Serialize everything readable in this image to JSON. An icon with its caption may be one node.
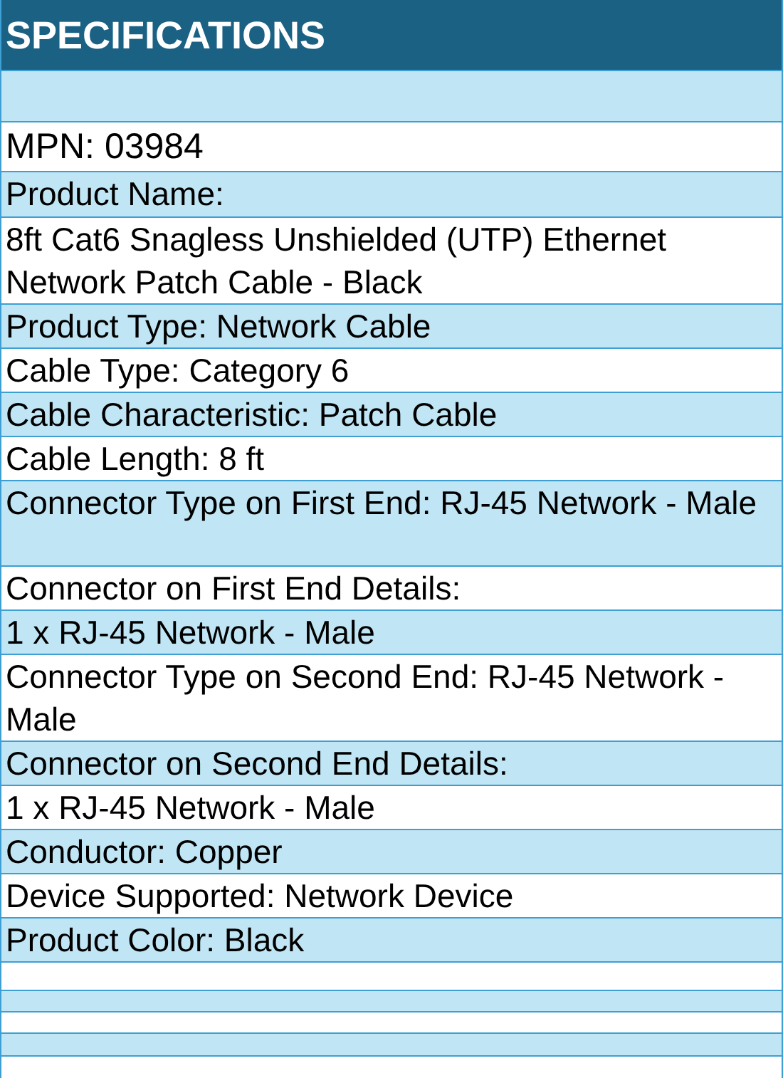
{
  "diagram": {
    "title": "SPECIFICATIONS",
    "labels": [
      "MPN: 03984",
      "Product Name:",
      "8ft Cat6 Snagless Unshielded (UTP) Ethernet Network Patch Cable - Black",
      "Product Type: Network Cable",
      "Cable Type: Category 6",
      "Cable Characteristic: Patch Cable",
      "Cable Length: 8 ft",
      "Connector Type on First End: RJ-45 Network - Male",
      "Connector on First End Details:",
      "1 x RJ-45 Network - Male",
      "Connector Type on Second End: RJ-45 Network - Male",
      "Connector on Second End Details:",
      "1 x RJ-45 Network - Male",
      "Conductor: Copper",
      "Device Supported: Network Device",
      "Product Color: Black"
    ]
  }
}
